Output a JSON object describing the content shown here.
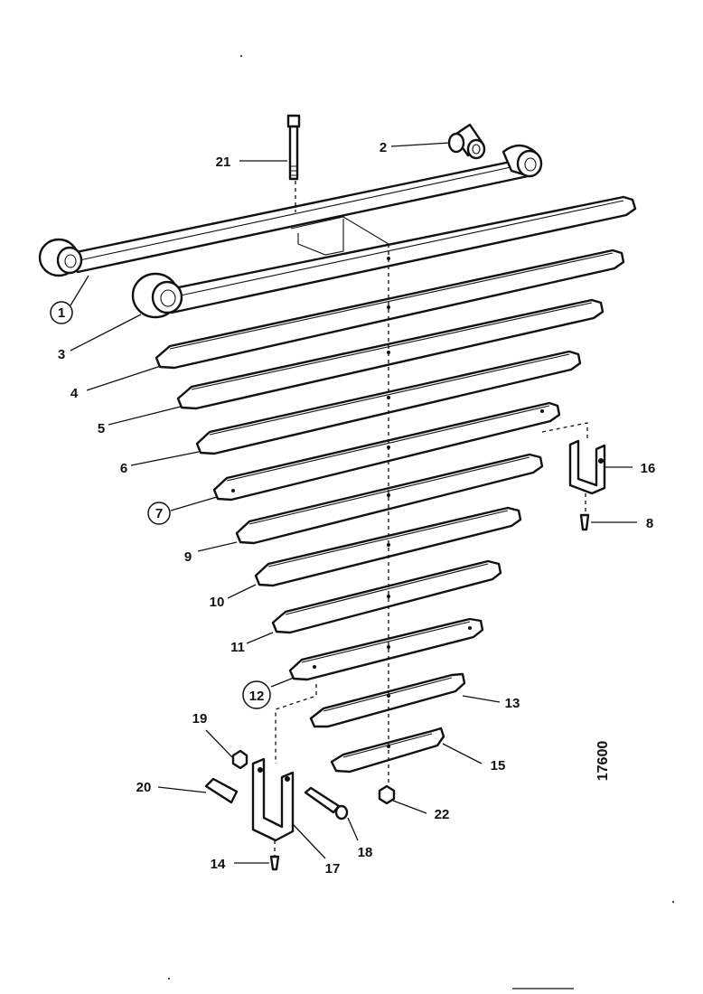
{
  "drawing_number": "17600",
  "parts": [
    {
      "id": "1",
      "label": "1",
      "circled": true
    },
    {
      "id": "2",
      "label": "2",
      "circled": false
    },
    {
      "id": "3",
      "label": "3",
      "circled": false
    },
    {
      "id": "4",
      "label": "4",
      "circled": false
    },
    {
      "id": "5",
      "label": "5",
      "circled": false
    },
    {
      "id": "6",
      "label": "6",
      "circled": false
    },
    {
      "id": "7",
      "label": "7",
      "circled": true
    },
    {
      "id": "8",
      "label": "8",
      "circled": false
    },
    {
      "id": "9",
      "label": "9",
      "circled": false
    },
    {
      "id": "10",
      "label": "10",
      "circled": false
    },
    {
      "id": "11",
      "label": "11",
      "circled": false
    },
    {
      "id": "12",
      "label": "12",
      "circled": true
    },
    {
      "id": "13",
      "label": "13",
      "circled": false
    },
    {
      "id": "14",
      "label": "14",
      "circled": false
    },
    {
      "id": "15",
      "label": "15",
      "circled": false
    },
    {
      "id": "16",
      "label": "16",
      "circled": false
    },
    {
      "id": "17",
      "label": "17",
      "circled": false
    },
    {
      "id": "18",
      "label": "18",
      "circled": false
    },
    {
      "id": "19",
      "label": "19",
      "circled": false
    },
    {
      "id": "20",
      "label": "20",
      "circled": false
    },
    {
      "id": "21",
      "label": "21",
      "circled": false
    },
    {
      "id": "22",
      "label": "22",
      "circled": false
    }
  ]
}
